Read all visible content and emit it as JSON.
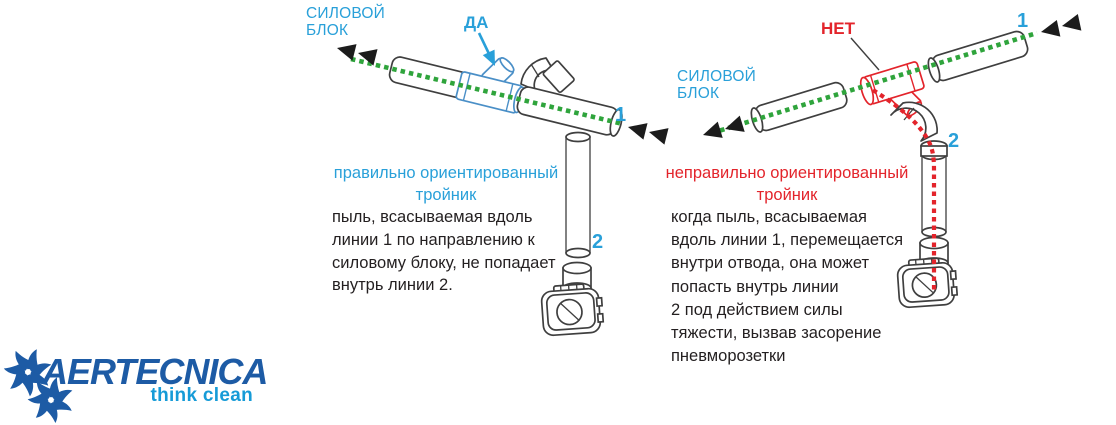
{
  "colors": {
    "blue": "#29a0d9",
    "red": "#e3242b",
    "green": "#2fa43c",
    "pipe": "#3f3f3f",
    "fit-blue": "#4a8fc7",
    "text": "#231f20",
    "logo-dark": "#1d5ba5",
    "logo-light": "#169bd7"
  },
  "left": {
    "power_unit": "СИЛОВОЙ БЛОК",
    "yes_label": "ДА",
    "line1_label": "1",
    "line2_label": "2",
    "title_lines": [
      "правильно ориентированный",
      "тройник"
    ],
    "body_lines": [
      "пыль, всасываемая вдоль",
      "линии 1 по направлению к",
      "силовому блоку, не попадает",
      "внутрь линии 2."
    ]
  },
  "right": {
    "power_unit": "СИЛОВОЙ БЛОК",
    "no_label": "НЕТ",
    "line1_label": "1",
    "line2_label": "2",
    "title_lines": [
      "неправильно ориентированный",
      "тройник"
    ],
    "body_lines": [
      "когда пыль, всасываемая",
      "вдоль линии 1, перемещается",
      "внутри отвода, она может",
      "попасть внутрь линии",
      "2 под действием силы",
      "тяжести, вызвав засорение",
      "пневморозетки"
    ]
  },
  "logo": {
    "brand": "AERTECNICA",
    "tagline": "think clean"
  }
}
